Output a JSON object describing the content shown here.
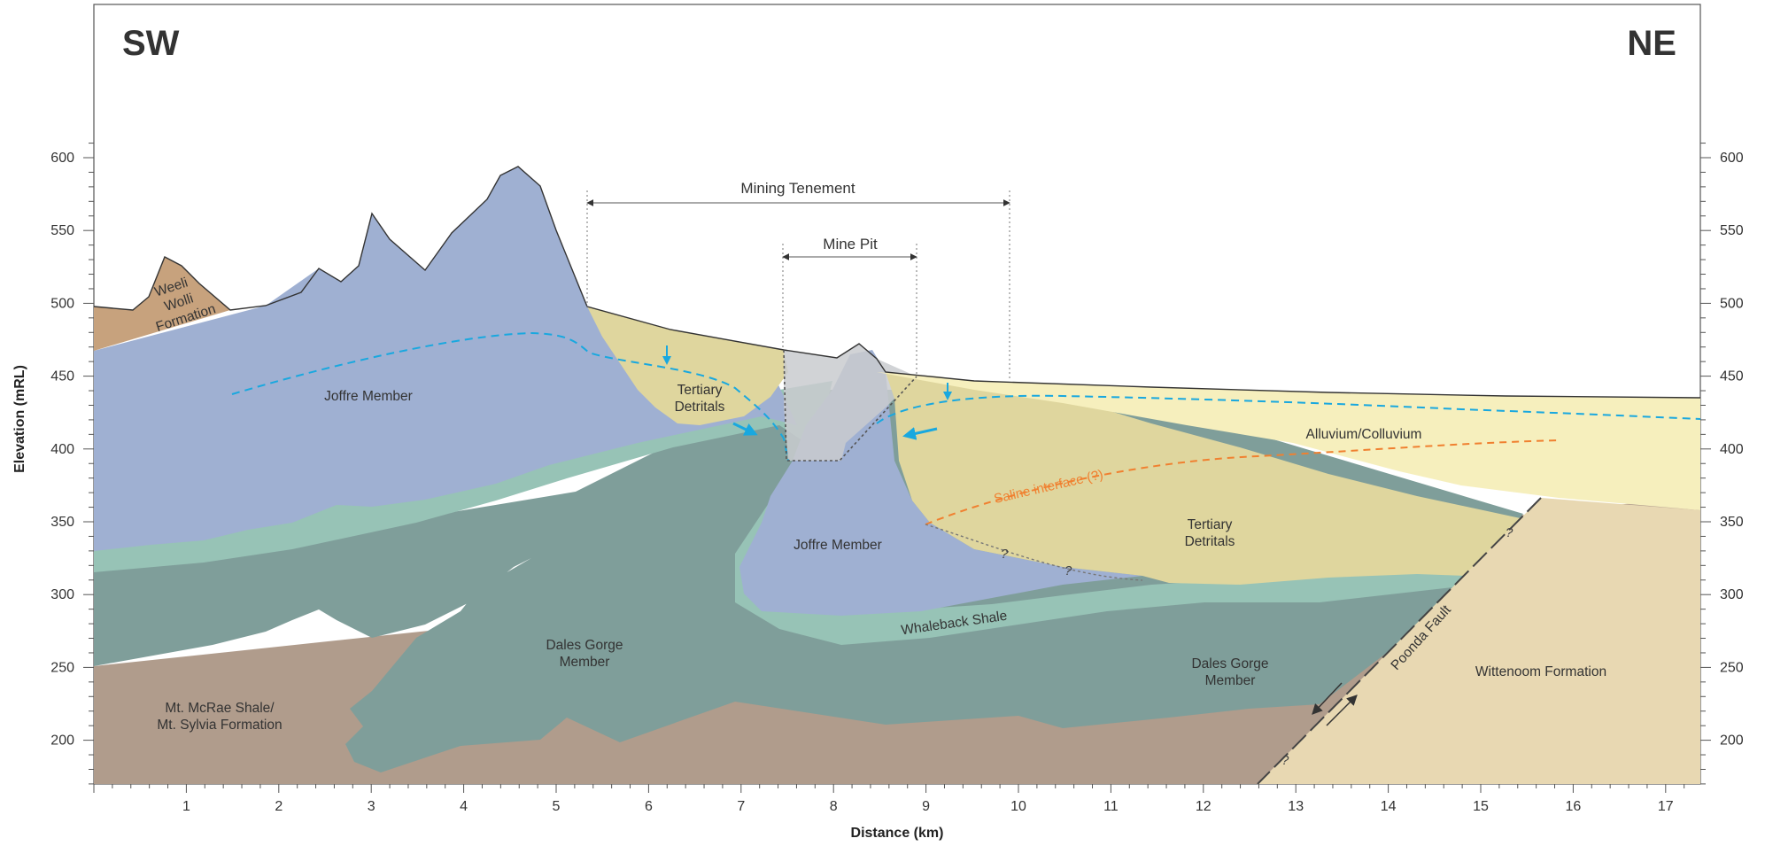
{
  "orientation": {
    "left": "SW",
    "right": "NE"
  },
  "axes": {
    "x_title": "Distance (km)",
    "y_title": "Elevation (mRL)",
    "x_ticks": [
      "1",
      "2",
      "3",
      "4",
      "5",
      "6",
      "7",
      "8",
      "9",
      "10",
      "11",
      "12",
      "13",
      "14",
      "15",
      "16",
      "17"
    ],
    "y_ticks": [
      "600",
      "550",
      "500",
      "450",
      "400",
      "350",
      "300",
      "250",
      "200"
    ]
  },
  "dimensions": {
    "mining_tenement": "Mining Tenement",
    "mine_pit": "Mine Pit"
  },
  "units": {
    "weeli_wolli_1": "Weeli",
    "weeli_wolli_2": "Wolli",
    "weeli_wolli_3": "Formation",
    "joffre_west": "Joffre Member",
    "tertiary_west_1": "Tertiary",
    "tertiary_west_2": "Detritals",
    "joffre_central": "Joffre Member",
    "alluvium": "Alluvium/Colluvium",
    "saline": "Saline interface (?)",
    "tertiary_east_1": "Tertiary",
    "tertiary_east_2": "Detritals",
    "whaleback": "Whaleback Shale",
    "dales_west_1": "Dales Gorge",
    "dales_west_2": "Member",
    "dales_east_1": "Dales Gorge",
    "dales_east_2": "Member",
    "mcrae_1": "Mt. McRae Shale/",
    "mcrae_2": "Mt. Sylvia Formation",
    "poonda": "Poonda Fault",
    "wittenoom": "Wittenoom Formation",
    "uncertain": "?"
  },
  "colors": {
    "mcrae": "#b09c8c",
    "dales": "#7f9e9a",
    "whaleback": "#97c3b6",
    "joffre": "#9fb0d2",
    "weeli": "#c7a27d",
    "tertiary": "#dfd69e",
    "alluvium": "#f6efbd",
    "wittenoom": "#e8d8b2",
    "water_table": "#19a8df",
    "saline": "#f08030"
  }
}
